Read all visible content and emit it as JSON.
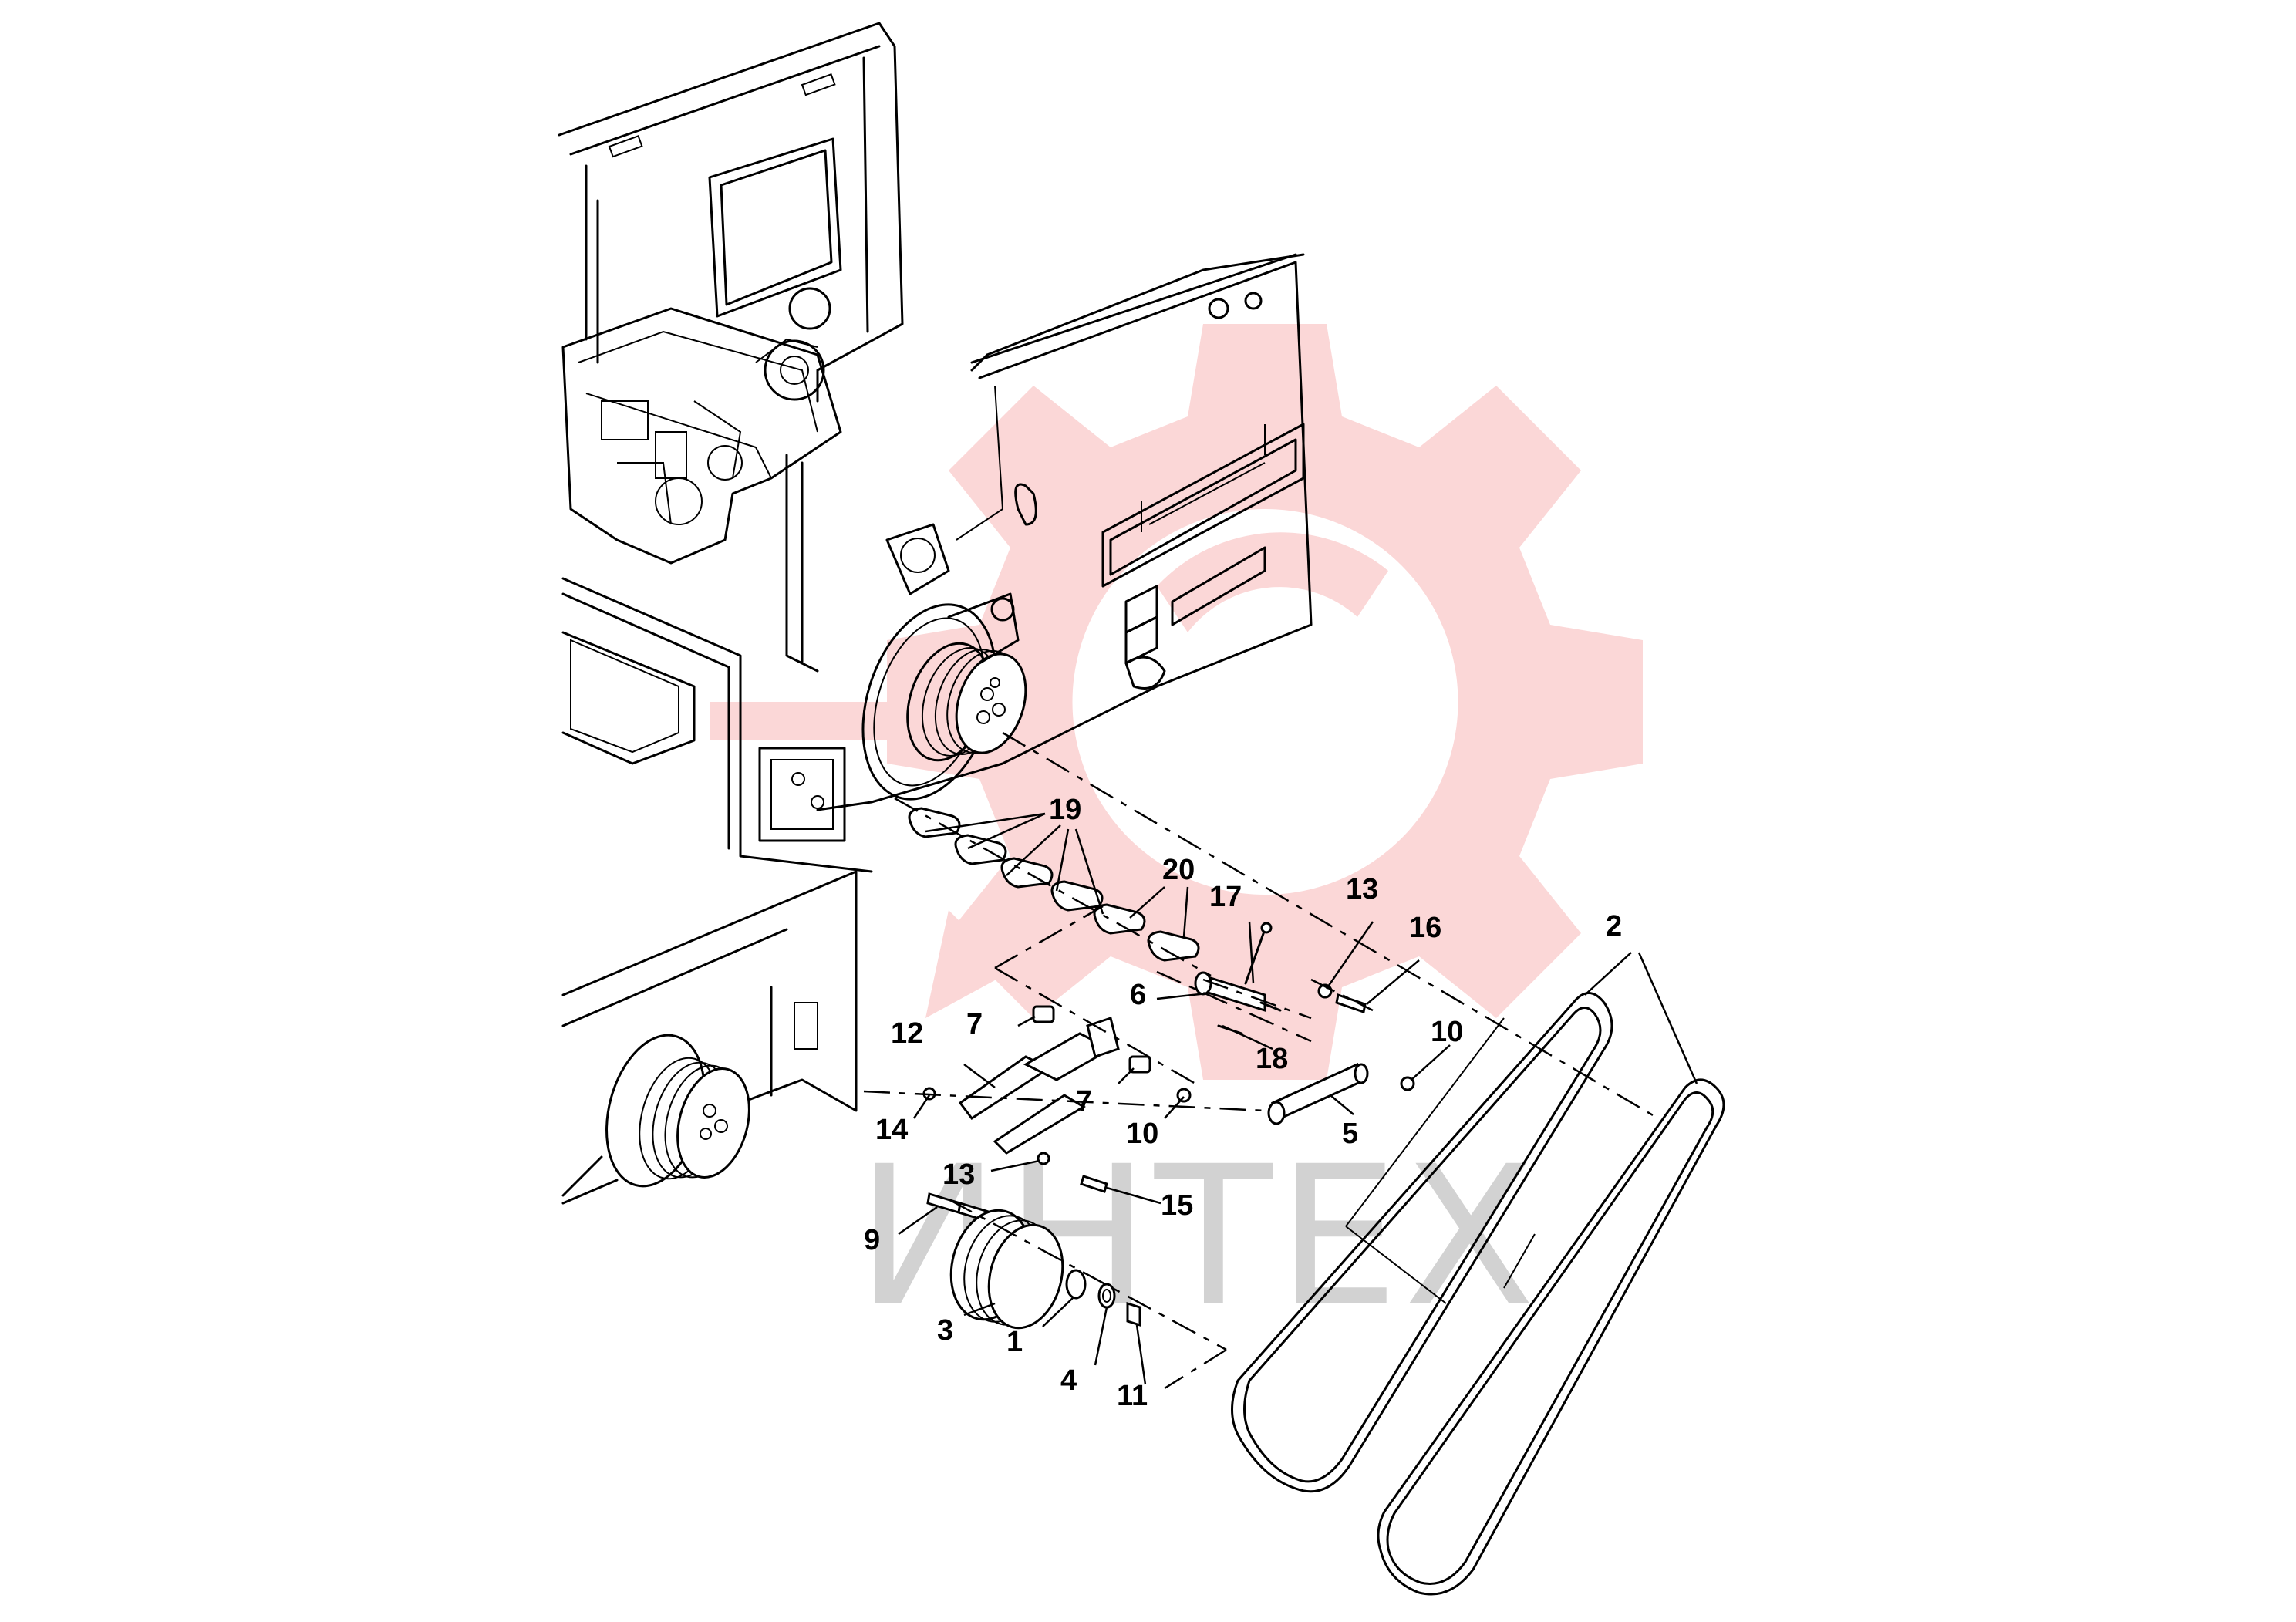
{
  "watermark": {
    "text": "ИНТЕХ",
    "gear_color": "#fbd3d3",
    "text_color": "#d2d2d2"
  },
  "callouts": [
    {
      "id": "c1",
      "label": "1"
    },
    {
      "id": "c2",
      "label": "2"
    },
    {
      "id": "c3",
      "label": "3"
    },
    {
      "id": "c4",
      "label": "4"
    },
    {
      "id": "c5",
      "label": "5"
    },
    {
      "id": "c6",
      "label": "6"
    },
    {
      "id": "c7a",
      "label": "7"
    },
    {
      "id": "c7b",
      "label": "7"
    },
    {
      "id": "c9",
      "label": "9"
    },
    {
      "id": "c10a",
      "label": "10"
    },
    {
      "id": "c10b",
      "label": "10"
    },
    {
      "id": "c11",
      "label": "11"
    },
    {
      "id": "c12",
      "label": "12"
    },
    {
      "id": "c13a",
      "label": "13"
    },
    {
      "id": "c13b",
      "label": "13"
    },
    {
      "id": "c14",
      "label": "14"
    },
    {
      "id": "c15",
      "label": "15"
    },
    {
      "id": "c16",
      "label": "16"
    },
    {
      "id": "c17",
      "label": "17"
    },
    {
      "id": "c18",
      "label": "18"
    },
    {
      "id": "c19",
      "label": "19"
    },
    {
      "id": "c20",
      "label": "20"
    }
  ]
}
